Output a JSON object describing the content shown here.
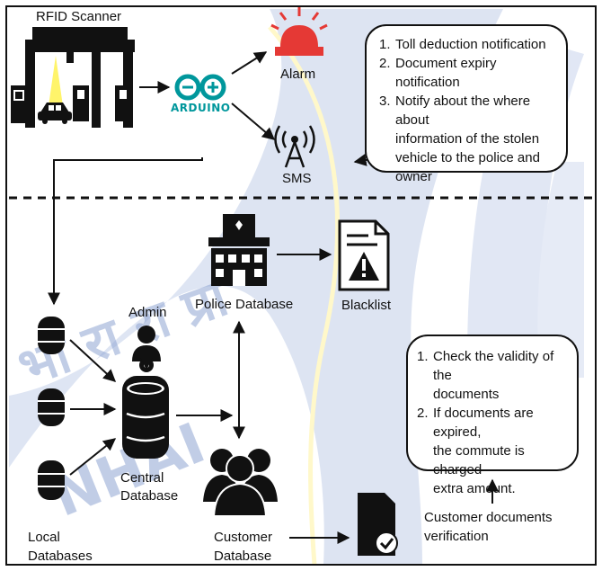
{
  "labels": {
    "rfid_scanner": "RFID Scanner",
    "arduino": "ARDUINO",
    "alarm": "Alarm",
    "sms": "SMS",
    "admin": "Admin",
    "police_database": "Police Database",
    "blacklist": "Blacklist",
    "central_database": [
      "Central",
      "Database"
    ],
    "local_databases": [
      "Local",
      "Databases"
    ],
    "customer_database": [
      "Customer",
      "Database"
    ],
    "customer_documents_verification": [
      "Customer documents",
      "verification"
    ]
  },
  "notifications_box": {
    "items": [
      {
        "num": "1.",
        "lines": [
          "Toll deduction notification"
        ]
      },
      {
        "num": "2.",
        "lines": [
          "Document expiry notification"
        ]
      },
      {
        "num": "3.",
        "lines": [
          "Notify about the where about",
          "information of the stolen",
          "vehicle to the police and",
          "owner"
        ]
      }
    ]
  },
  "validity_box": {
    "items": [
      {
        "num": "1.",
        "lines": [
          "Check the validity of the",
          "documents"
        ]
      },
      {
        "num": "2.",
        "lines": [
          "If documents are expired,",
          "the commute is charged",
          "extra amount."
        ]
      }
    ]
  },
  "watermark": {
    "text_devanagari": "भा रा रा प्रा",
    "text_latin": "NHAI"
  },
  "colors": {
    "arduino_teal": "#00979c",
    "alarm_red": "#e53935",
    "watermark_blue": "#9aaed6",
    "road_yellow": "#fff3a0",
    "scanner_beam": "#fff46a",
    "ink": "#111111"
  }
}
